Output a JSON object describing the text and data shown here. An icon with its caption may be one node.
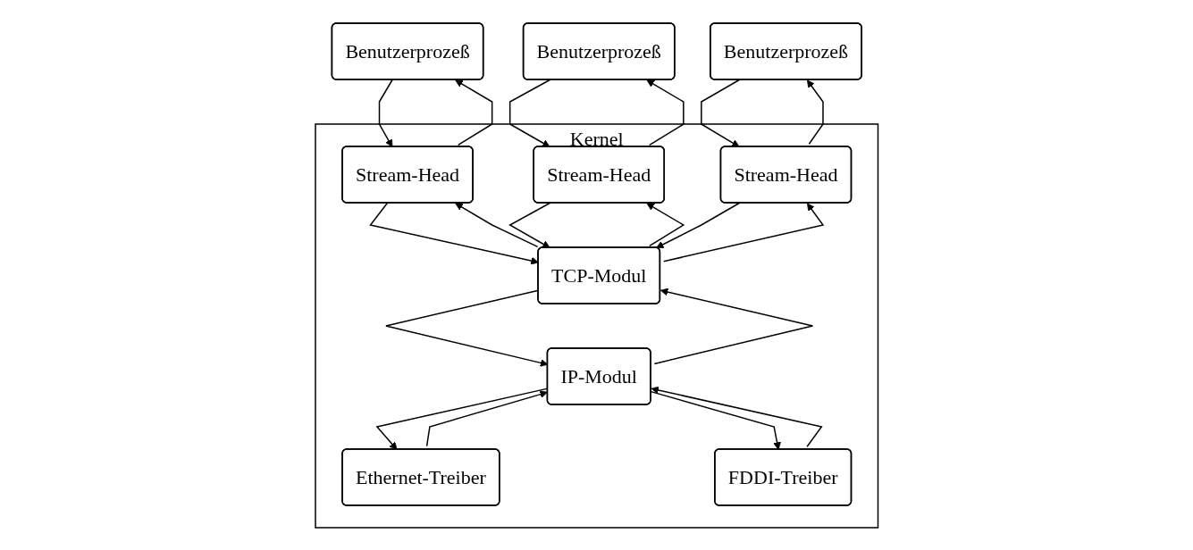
{
  "diagram": {
    "nodes": [
      {
        "text": [
          "Benutzerprozeß"
        ]
      },
      {
        "text": [
          "Benutzerprozeß"
        ]
      },
      {
        "text": [
          "Benutzerprozeß"
        ]
      },
      {
        "text": [
          "Kernel"
        ]
      },
      {
        "text": [
          "Stream-Head"
        ],
        "in": 3
      },
      {
        "text": [
          "Stream-Head"
        ],
        "in": 3
      },
      {
        "text": [
          "Stream-Head"
        ],
        "in": 3
      },
      {
        "text": [
          "TCP-Modul"
        ],
        "in": 3
      },
      {
        "text": [
          "IP-Modul"
        ],
        "in": 3
      },
      {
        "text": [
          "Ethernet-Treiber"
        ],
        "in": 3
      },
      {
        "text": [
          "FDDI-Treiber"
        ],
        "in": 3
      }
    ],
    "edges": [
      {
        "from": 0,
        "to": 4,
        "arrow": "to"
      },
      {
        "from": 4,
        "to": 0,
        "arrow": "to"
      },
      {
        "from": 1,
        "to": 5,
        "arrow": "to"
      },
      {
        "from": 5,
        "to": 1,
        "arrow": "to"
      },
      {
        "from": 2,
        "to": 6,
        "arrow": "to"
      },
      {
        "from": 6,
        "to": 2,
        "arrow": "to"
      },
      {
        "from": 4,
        "to": 7,
        "arrow": "to"
      },
      {
        "from": 7,
        "to": 4,
        "arrow": "to"
      },
      {
        "from": 5,
        "to": 7,
        "arrow": "to"
      },
      {
        "from": 7,
        "to": 5,
        "arrow": "to"
      },
      {
        "from": 6,
        "to": 7,
        "arrow": "to"
      },
      {
        "from": 7,
        "to": 6,
        "arrow": "to"
      },
      {
        "from": 7,
        "to": 8,
        "arrow": "to"
      },
      {
        "from": 8,
        "to": 7,
        "arrow": "to"
      },
      {
        "from": 8,
        "to": 9,
        "arrow": "to"
      },
      {
        "from": 9,
        "to": 8,
        "arrow": "to"
      },
      {
        "from": 8,
        "to": 10,
        "arrow": "to"
      },
      {
        "from": 10,
        "to": 8,
        "arrow": "to"
      }
    ]
  }
}
